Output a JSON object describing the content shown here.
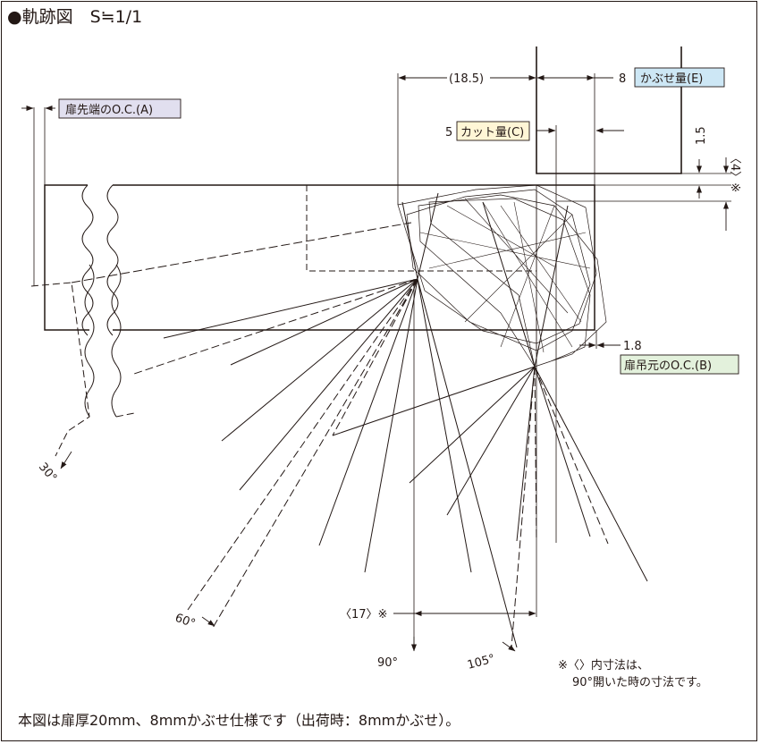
{
  "title": "●軌跡図　S≒1/1",
  "footer": "本図は扉厚20mm、8mmかぶせ仕様です（出荷時：8mmかぶせ）。",
  "labels": {
    "door_tip_oc": "扉先端のO.C.(A)",
    "overlay": "かぶせ量(E)",
    "cut": "カット量(C)",
    "hinge_oc": "扉吊元のO.C.(B)"
  },
  "dimensions": {
    "d18_5": "(18.5)",
    "d8": "8",
    "d5": "5",
    "d1_5": "1.5",
    "d4": "〈4〉※",
    "d1_8": "1.8",
    "d17": "〈17〉※"
  },
  "angles": {
    "a30": "30°",
    "a60": "60°",
    "a90": "90°",
    "a105": "105°"
  },
  "note": {
    "line1": "※〈〉内寸法は、",
    "line2": "90°開いた時の寸法です。"
  },
  "colors": {
    "line": "#231815",
    "overlay_bg": "#cde7f5",
    "cut_bg": "#fff6d6",
    "oc_bg": "#e1dfef",
    "hinge_bg": "#e3f1dc"
  }
}
